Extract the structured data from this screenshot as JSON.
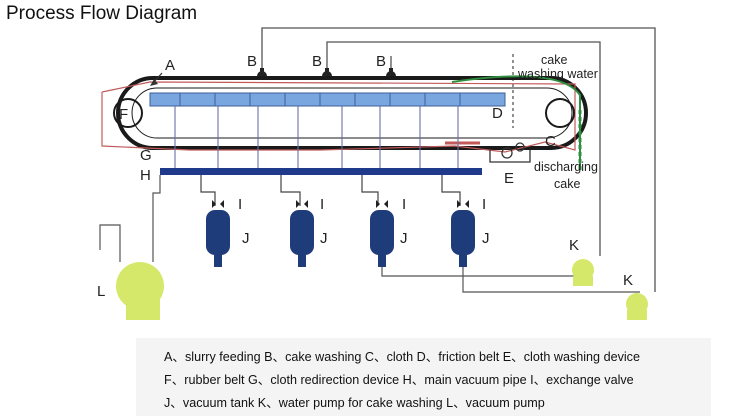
{
  "title": "Process Flow Diagram",
  "labels": {
    "A": "A",
    "B": "B",
    "C": "C",
    "D": "D",
    "E": "E",
    "F": "F",
    "G": "G",
    "H": "H",
    "I": "I",
    "J": "J",
    "K": "K",
    "L": "L"
  },
  "notes": {
    "cake": "cake",
    "washing_water": "washing water",
    "discharging": "discharging",
    "cake2": "cake"
  },
  "legend": [
    "A、slurry feeding   B、cake washing   C、cloth    D、friction belt    E、cloth washing device",
    "F、rubber belt    G、cloth redirection device   H、main vacuum pipe   I、exchange valve",
    "J、vacuum tank   K、water pump for cake washing   L、vacuum pump"
  ],
  "colors": {
    "belt": "#1a1a1a",
    "filter_panel": "#7aa6e0",
    "cloth_line": "#c25a5a",
    "vacuum_pipe": "#1f3a8a",
    "vacuum_tank": "#1e3c7a",
    "pump": "#d6e86a",
    "washing_line": "#2f8f3f"
  }
}
